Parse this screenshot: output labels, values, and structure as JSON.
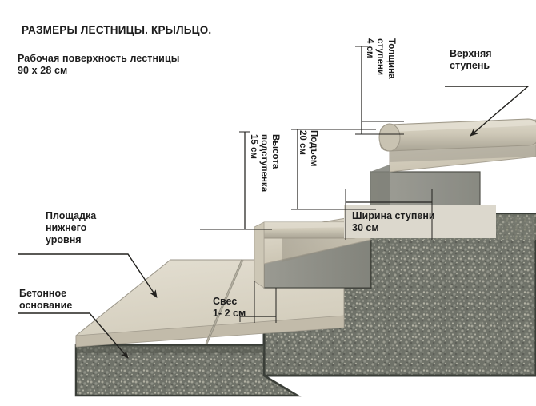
{
  "title": "РАЗМЕРЫ ЛЕСТНИЦЫ. КРЫЛЬЦО.",
  "subtitle": "Рабочая поверхность лестницы\n90 x 28 см",
  "labels": {
    "step_thickness": "Толщина\nступени\n4 см",
    "top_step": "Верхняя\nступень",
    "riser_height": "Высота\nподступенка\n15 см",
    "rise": "Подъем\n20 см",
    "step_width": "Ширина ступени\n30 см",
    "lower_platform": "Площадка\nнижнего\nуровня",
    "concrete_base": "Бетонное\nоснование",
    "overhang": "Свес\n1- 2 см"
  },
  "dimensions": {
    "working_surface": "90 x 28 см",
    "step_thickness_cm": 4,
    "riser_height_cm": 15,
    "rise_cm": 20,
    "step_width_cm": 30,
    "overhang_cm": "1-2"
  },
  "colors": {
    "stone_light": "#d9d3c4",
    "stone_mid": "#c6bfae",
    "riser_gray": "#8d8d85",
    "gravel": "#6e7168",
    "outline": "#2f3330",
    "text": "#1d1d1d"
  }
}
